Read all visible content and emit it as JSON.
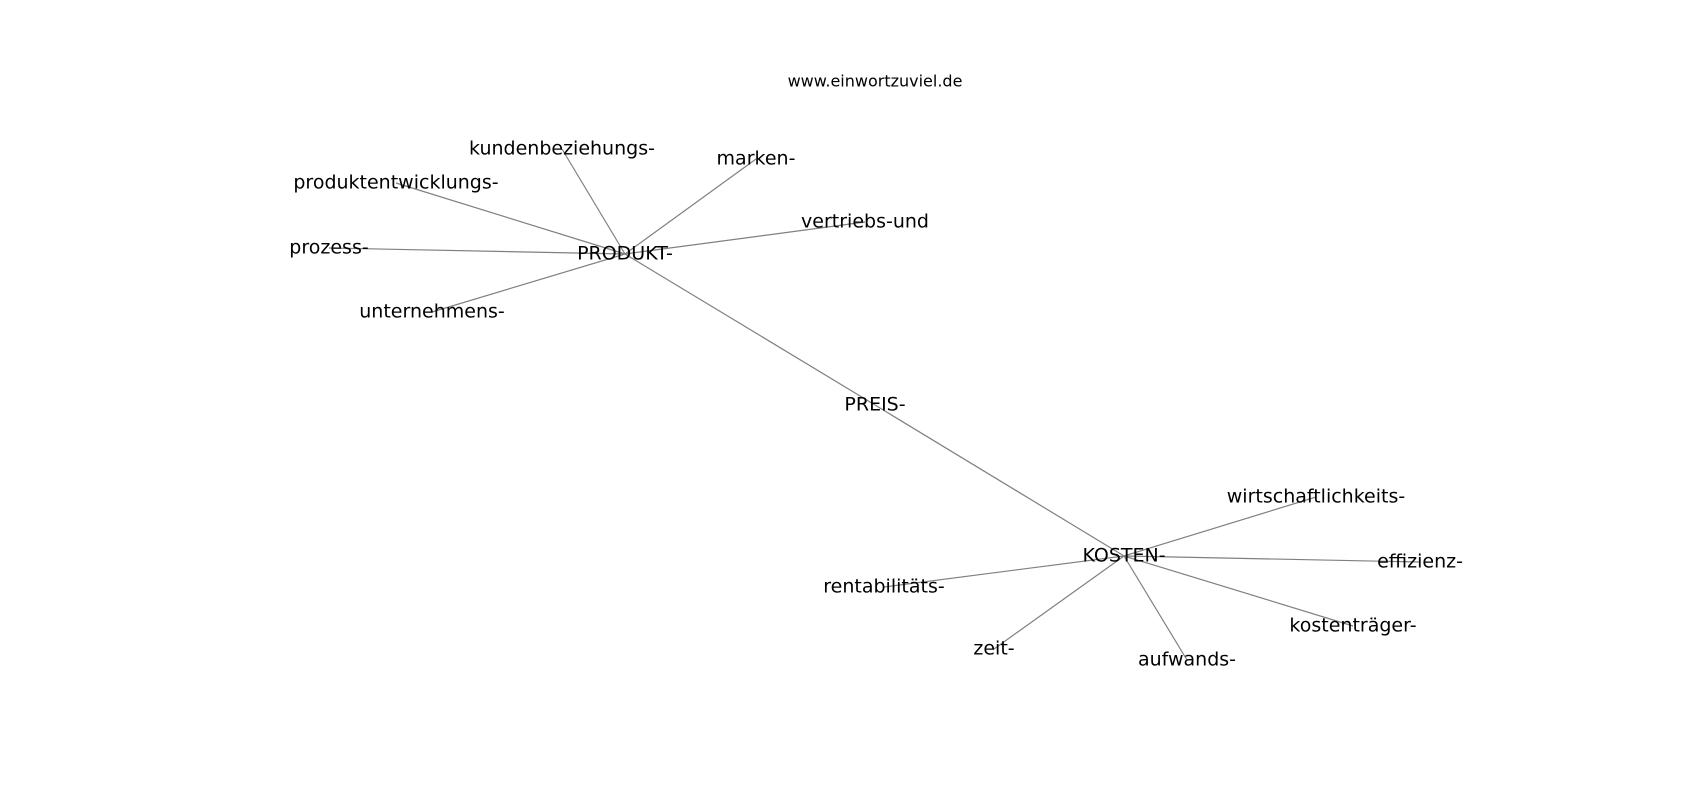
{
  "header": {
    "website": "www.einwortzuviel.de"
  },
  "nodes": {
    "produkt": "PRODUKT-",
    "preis": "PREIS-",
    "kosten": "KOSTEN-",
    "kundenbeziehungs": "kundenbeziehungs-",
    "marken": "marken-",
    "produktentwicklungs": "produktentwicklungs-",
    "vertriebs": "vertriebs-und",
    "prozess": "prozess-",
    "unternehmens": "unternehmens-",
    "wirtschaftlichkeits": "wirtschaftlichkeits-",
    "effizienz": "effizienz-",
    "rentabilitaets": "rentabilitäts-",
    "kostentraeger": "kostenträger-",
    "zeit": "zeit-",
    "aufwands": "aufwands-"
  },
  "edges": [
    [
      "produkt",
      "kundenbeziehungs"
    ],
    [
      "produkt",
      "marken"
    ],
    [
      "produkt",
      "produktentwicklungs"
    ],
    [
      "produkt",
      "vertriebs"
    ],
    [
      "produkt",
      "prozess"
    ],
    [
      "produkt",
      "unternehmens"
    ],
    [
      "produkt",
      "preis"
    ],
    [
      "preis",
      "kosten"
    ],
    [
      "kosten",
      "wirtschaftlichkeits"
    ],
    [
      "kosten",
      "effizienz"
    ],
    [
      "kosten",
      "rentabilitaets"
    ],
    [
      "kosten",
      "kostentraeger"
    ],
    [
      "kosten",
      "zeit"
    ],
    [
      "kosten",
      "aufwands"
    ]
  ]
}
